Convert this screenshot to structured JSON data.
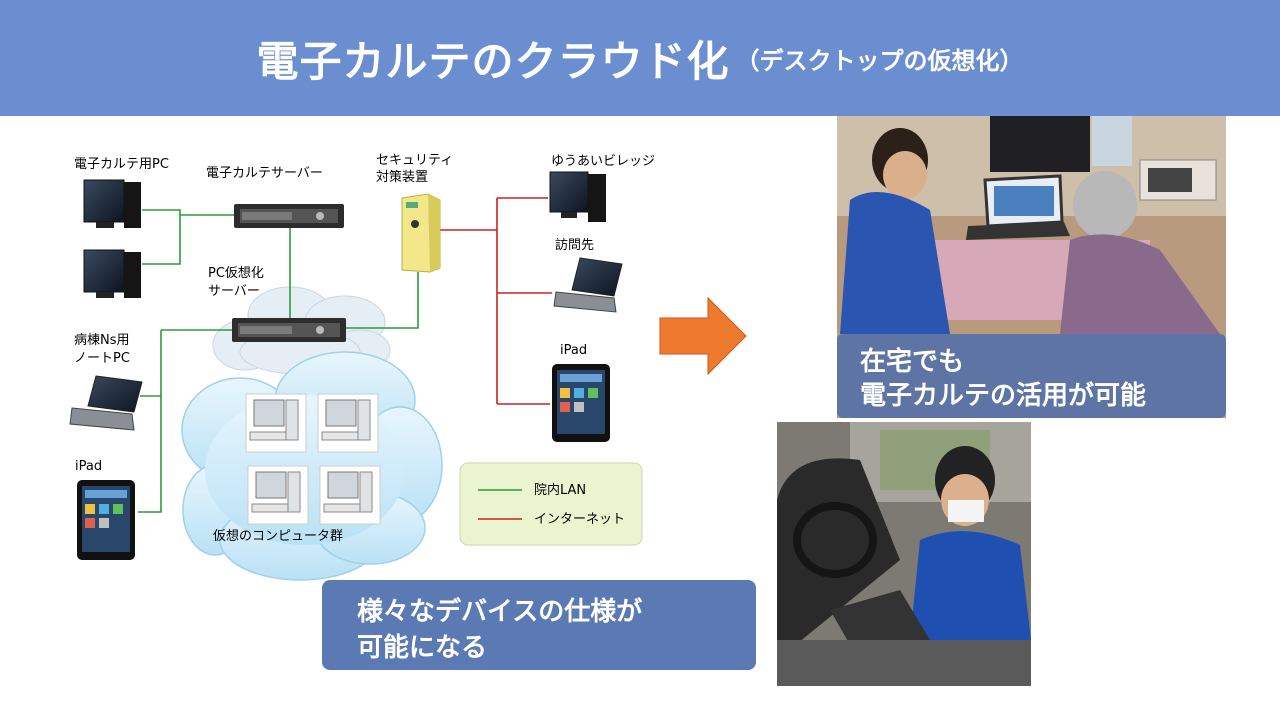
{
  "header": {
    "title_main": "電子カルテのクラウド化",
    "title_sub": "（デスクトップの仮想化）"
  },
  "diagram": {
    "labels": {
      "emr_pc": "電子カルテ用PC",
      "emr_server": "電子カルテサーバー",
      "security_line1": "セキュリティ",
      "security_line2": "対策装置",
      "yuuai": "ゆうあいビレッジ",
      "visit": "訪問先",
      "ipad_right": "iPad",
      "pc_virt_line1": "PC仮想化",
      "pc_virt_line2": "サーバー",
      "ward_line1": "病棟Ns用",
      "ward_line2": "ノートPC",
      "ipad_left": "iPad",
      "virtual_group": "仮想のコンピュータ群"
    },
    "legend": {
      "lan": "院内LAN",
      "internet": "インターネット"
    },
    "colors": {
      "lan": "#2e9a3a",
      "internet": "#d02020",
      "arrow": "#ee7a30",
      "cloud": "#cfeaf8",
      "legend_bg": "#eaf5d0"
    }
  },
  "captions": {
    "home_line1": "在宅でも",
    "home_line2": "電子カルテの活用が可能",
    "devices_line1": "様々なデバイスの仕様が",
    "devices_line2": "可能になる"
  }
}
